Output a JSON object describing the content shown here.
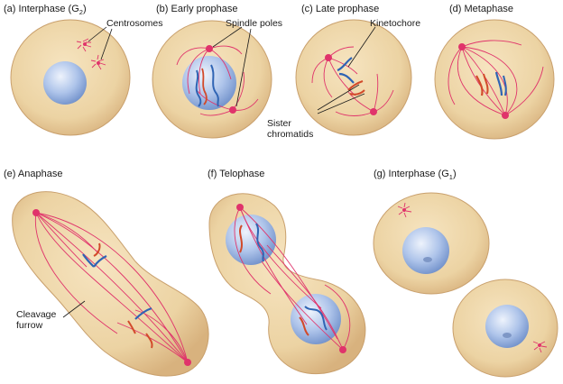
{
  "panels": [
    {
      "id": "a",
      "letter": "(a)",
      "name": "Interphase (G",
      "subscript": "2",
      "closing": ")"
    },
    {
      "id": "b",
      "letter": "(b)",
      "name": "Early prophase"
    },
    {
      "id": "c",
      "letter": "(c)",
      "name": "Late prophase"
    },
    {
      "id": "d",
      "letter": "(d)",
      "name": "Metaphase"
    },
    {
      "id": "e",
      "letter": "(e)",
      "name": "Anaphase"
    },
    {
      "id": "f",
      "letter": "(f)",
      "name": "Telophase"
    },
    {
      "id": "g",
      "letter": "(g)",
      "name": "Interphase (G",
      "subscript": "1",
      "closing": ")"
    }
  ],
  "callouts": {
    "centrosomes": "Centrosomes",
    "spindle_poles": "Spindle poles",
    "kinetochore": "Kinetochore",
    "sister_line1": "Sister",
    "sister_line2": "chromatids",
    "cleavage_line1": "Cleavage",
    "cleavage_line2": "furrow"
  },
  "colors": {
    "cytoplasm": "#ecd3a3",
    "cell_edge": "#c9a06d",
    "nucleus": "#a6bde6",
    "spindle_fiber": "#e0336b",
    "chromatid_blue": "#2f64b4",
    "chromatid_red": "#d24a2a"
  }
}
